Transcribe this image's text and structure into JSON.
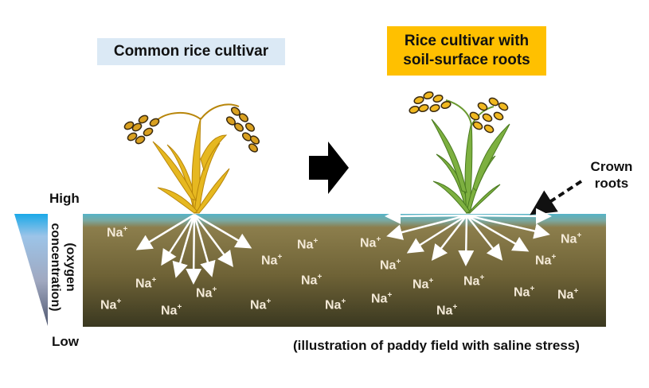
{
  "titles": {
    "left": "Common rice cultivar",
    "right_line1": "Rice cultivar with",
    "right_line2": "soil-surface roots"
  },
  "axis": {
    "high": "High",
    "low": "Low",
    "label_line1": "(oxygen",
    "label_line2": "concentration)"
  },
  "crown_roots": {
    "line1": "Crown",
    "line2": "roots"
  },
  "caption": "(illustration of paddy field with saline stress)",
  "ion": {
    "symbol": "Na",
    "charge": "+"
  },
  "colors": {
    "water_top": "#5fb3c4",
    "soil_mid": "#8a7a48",
    "soil_bottom": "#3d3a1f",
    "left_title_bg": "#dbe9f5",
    "right_title_bg": "#ffc000",
    "yellow_plant": "#e6b820",
    "green_plant": "#7db040",
    "grain": "#d9a020"
  }
}
